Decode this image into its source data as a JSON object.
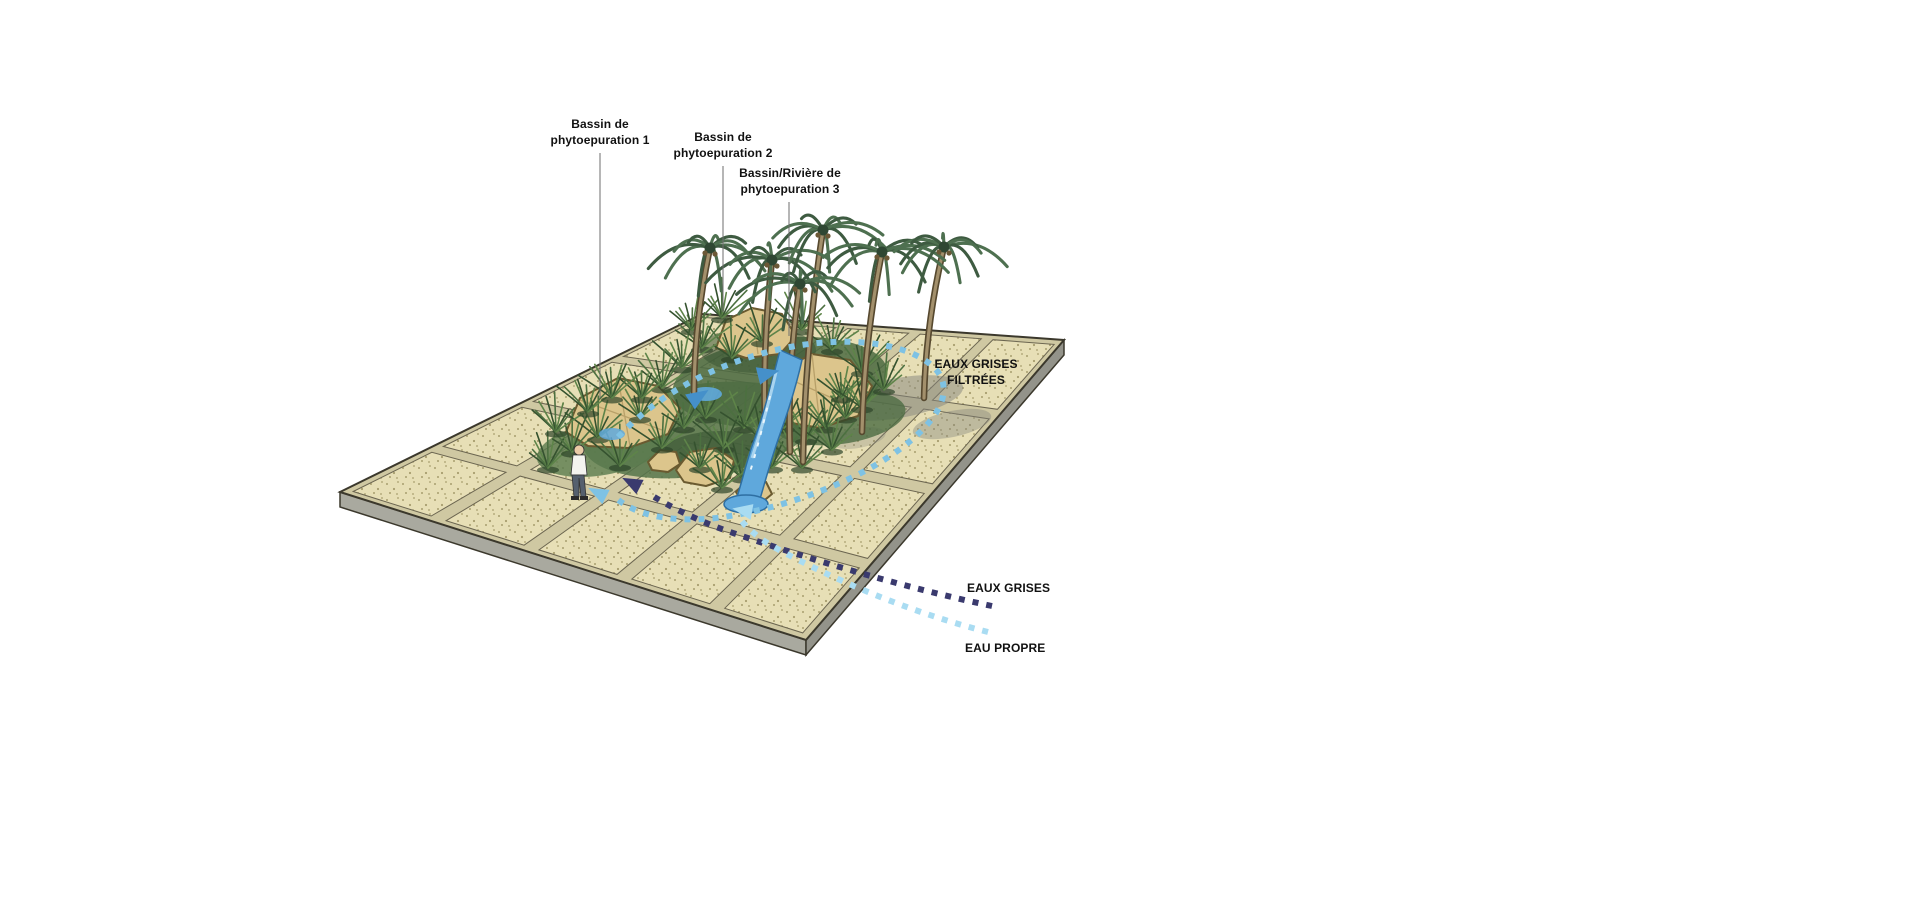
{
  "diagram": {
    "labels": {
      "bassin1_line1": "Bassin de",
      "bassin1_line2": "phytoepuration 1",
      "bassin2_line1": "Bassin de",
      "bassin2_line2": "phytoepuration 2",
      "bassin3_line1": "Bassin/Rivière de",
      "bassin3_line2": "phytoepuration 3",
      "filtrees_line1": "EAUX GRISES",
      "filtrees_line2": "FILTRÉES",
      "eaux_grises": "EAUX GRISES",
      "eau_propre": "EAU PROPRE"
    },
    "colors": {
      "grey_water": "#3A3A6E",
      "filtered_water": "#7EC2E4",
      "clean_water": "#A9DCF2",
      "flow_arrow": "#4590CA",
      "sand_tile": "#E7DFB6",
      "sand_speckle": "#A89E6E",
      "rock": "#DCC58C",
      "palm_green": "#3E5B41",
      "stream_blue": "#5FA8DC"
    }
  }
}
